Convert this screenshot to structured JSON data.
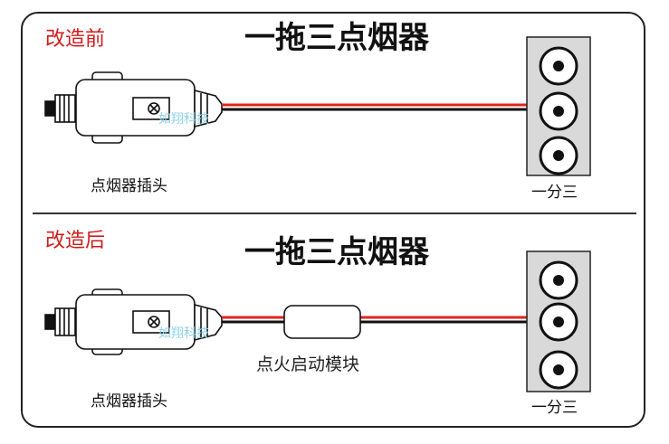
{
  "top": {
    "status": "改造前",
    "title": "一拖三点烟器",
    "plug_label": "点烟器插头",
    "splitter_label": "一分三",
    "watermark": "如翔科技"
  },
  "bottom": {
    "status": "改造后",
    "title": "一拖三点烟器",
    "plug_label": "点烟器插头",
    "module_label": "点火启动模块",
    "splitter_label": "一分三",
    "watermark": "如翔科技"
  },
  "colors": {
    "status_text": "#d01c1c",
    "wire_red": "#e0231b",
    "wire_black": "#111111",
    "panel_fill": "#d9d9d9",
    "watermark": "#8fd3ee"
  }
}
